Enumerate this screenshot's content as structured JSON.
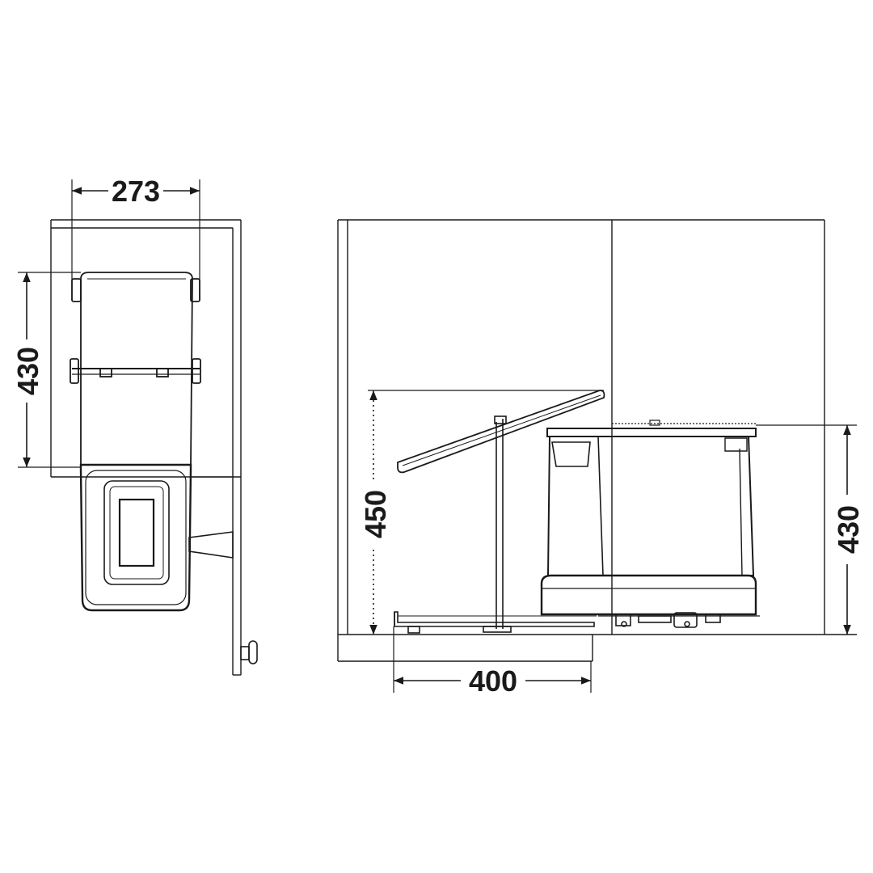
{
  "dimensions": {
    "top_width": "273",
    "top_depth": "430",
    "lid_open_height": "450",
    "side_height": "430",
    "side_depth": "400"
  },
  "colors": {
    "line": "#1a1a1a",
    "fill": "#ffffff"
  }
}
